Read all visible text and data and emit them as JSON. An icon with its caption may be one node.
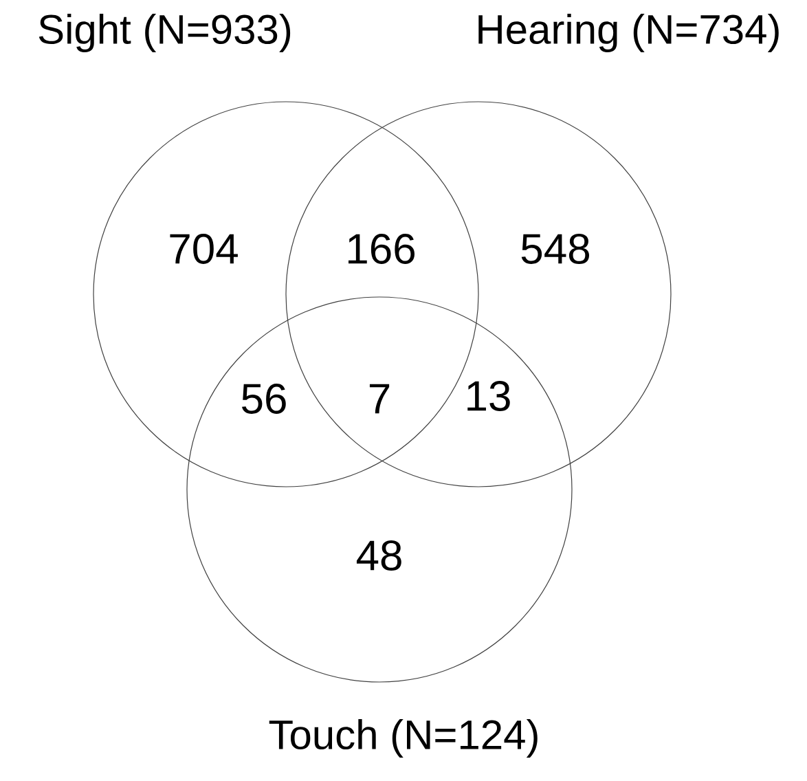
{
  "diagram": {
    "nodes": [
      {
        "text": [
          "Sight (N=933)"
        ]
      },
      {
        "text": [
          "Hearing (N=734)"
        ]
      },
      {
        "text": [
          "Touch (N=124)"
        ]
      }
    ],
    "labels": [
      "704",
      "166",
      "548",
      "56",
      "7",
      "13",
      "48"
    ]
  }
}
